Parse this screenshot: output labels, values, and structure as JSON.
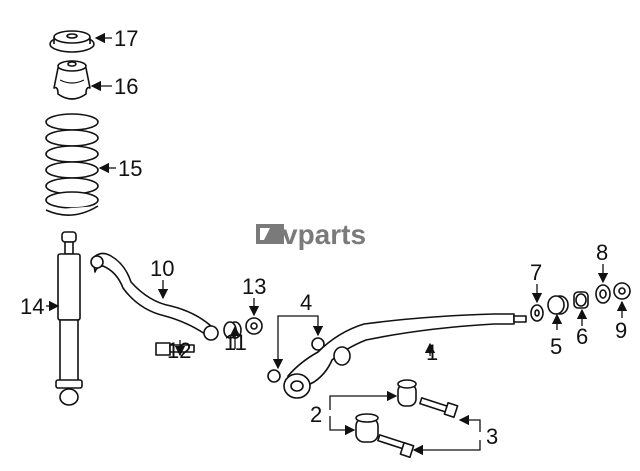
{
  "diagram": {
    "watermark": "vparts",
    "callouts": [
      {
        "id": "17",
        "text": "17"
      },
      {
        "id": "16",
        "text": "16"
      },
      {
        "id": "15",
        "text": "15"
      },
      {
        "id": "14",
        "text": "14"
      },
      {
        "id": "10",
        "text": "10"
      },
      {
        "id": "13",
        "text": "13"
      },
      {
        "id": "12",
        "text": "12"
      },
      {
        "id": "11",
        "text": "11"
      },
      {
        "id": "4",
        "text": "4"
      },
      {
        "id": "1",
        "text": "1"
      },
      {
        "id": "2",
        "text": "2"
      },
      {
        "id": "3",
        "text": "3"
      },
      {
        "id": "7",
        "text": "7"
      },
      {
        "id": "8",
        "text": "8"
      },
      {
        "id": "5",
        "text": "5"
      },
      {
        "id": "6",
        "text": "6"
      },
      {
        "id": "9",
        "text": "9"
      }
    ]
  }
}
